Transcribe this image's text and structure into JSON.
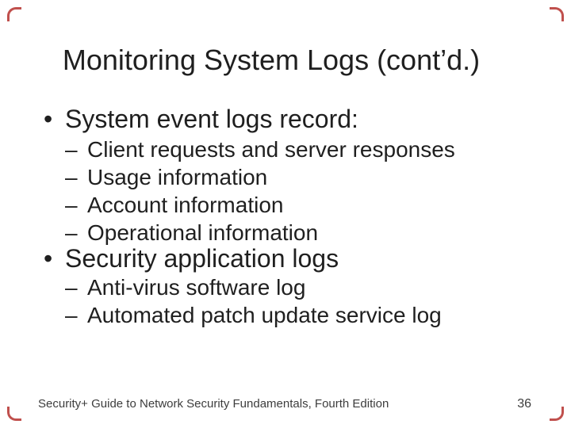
{
  "slide": {
    "title": "Monitoring System Logs (cont’d.)",
    "accent_color": "#C0504D",
    "bullets": [
      {
        "level": 1,
        "marker": "•",
        "text": "System event logs record:"
      },
      {
        "level": 2,
        "marker": "–",
        "text": "Client requests and server responses"
      },
      {
        "level": 2,
        "marker": "–",
        "text": "Usage information"
      },
      {
        "level": 2,
        "marker": "–",
        "text": "Account information"
      },
      {
        "level": 2,
        "marker": "–",
        "text": "Operational information"
      },
      {
        "level": 1,
        "marker": "•",
        "text": "Security application logs"
      },
      {
        "level": 2,
        "marker": "–",
        "text": "Anti-virus software log"
      },
      {
        "level": 2,
        "marker": "–",
        "text": "Automated patch update service log"
      }
    ],
    "footer": {
      "book_title": "Security+ Guide to Network Security Fundamentals, Fourth Edition",
      "page": "36"
    }
  }
}
